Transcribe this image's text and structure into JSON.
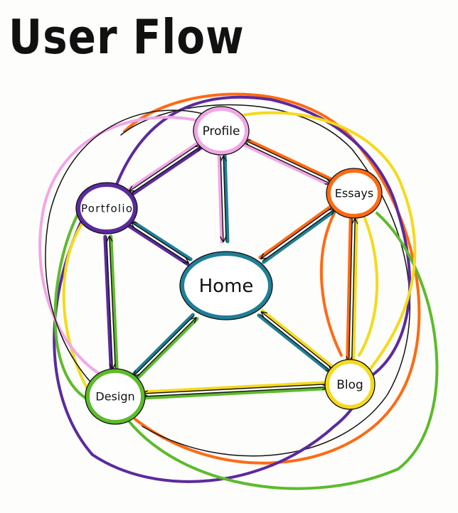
{
  "title": "User Flow",
  "nodes": [
    {
      "id": "home",
      "label": "Home",
      "color": "#1f7f97"
    },
    {
      "id": "profile",
      "label": "Profile",
      "color": "#f2a6e6"
    },
    {
      "id": "portfolio",
      "label": "Portfolio",
      "color": "#5b2a9e"
    },
    {
      "id": "essays",
      "label": "Essays",
      "color": "#ff6a13"
    },
    {
      "id": "design",
      "label": "Design",
      "color": "#5dbb2b"
    },
    {
      "id": "blog",
      "label": "Blog",
      "color": "#f5da1b"
    }
  ],
  "edges": [
    {
      "from": "home",
      "to": "profile"
    },
    {
      "from": "home",
      "to": "portfolio"
    },
    {
      "from": "home",
      "to": "essays"
    },
    {
      "from": "home",
      "to": "design"
    },
    {
      "from": "home",
      "to": "blog"
    },
    {
      "from": "profile",
      "to": "portfolio"
    },
    {
      "from": "profile",
      "to": "essays"
    },
    {
      "from": "portfolio",
      "to": "design"
    },
    {
      "from": "essays",
      "to": "blog"
    },
    {
      "from": "design",
      "to": "blog"
    },
    {
      "from": "portfolio",
      "to": "essays"
    },
    {
      "from": "profile",
      "to": "design"
    },
    {
      "from": "profile",
      "to": "blog"
    },
    {
      "from": "portfolio",
      "to": "blog"
    },
    {
      "from": "essays",
      "to": "design"
    }
  ]
}
